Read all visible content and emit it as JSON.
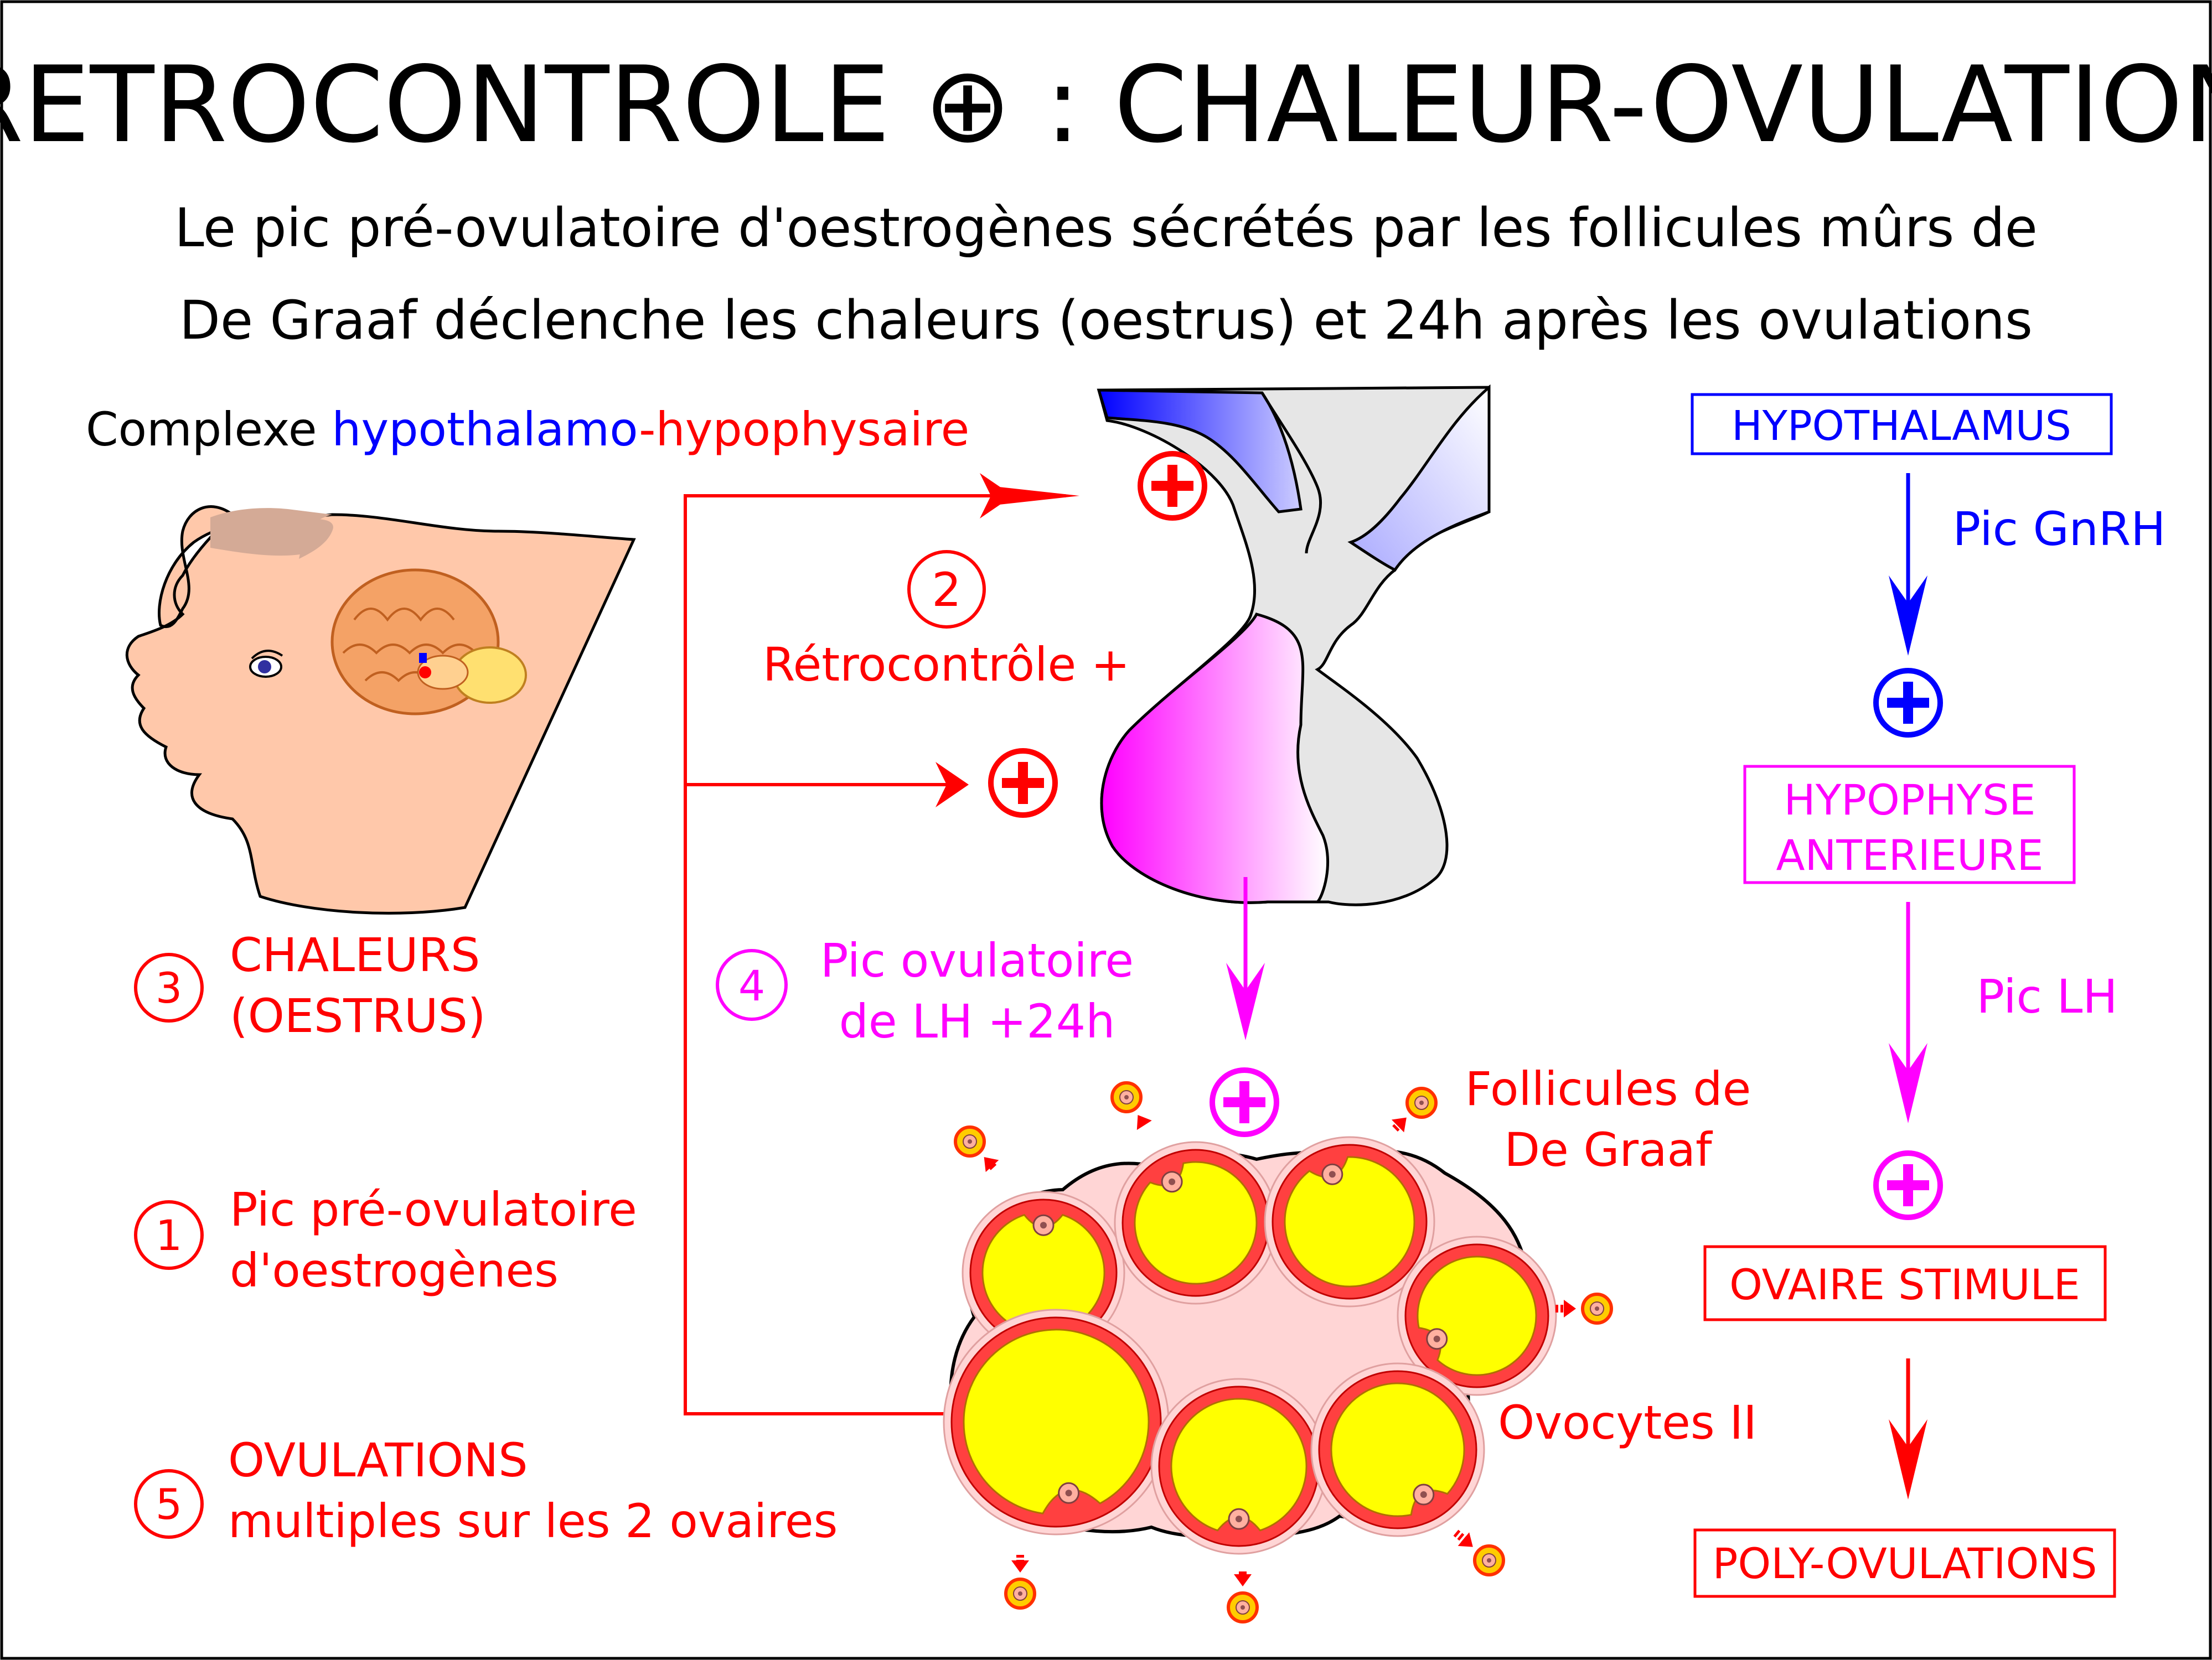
{
  "title": "RETROCONTROLE ⊕ : CHALEUR-OVULATION",
  "subtitle_line1": "Le pic pré-ovulatoire d'oestrogènes sécrétés par les follicules mûrs de",
  "subtitle_line2": "De Graaf déclenche les chaleurs (oestrus) et 24h après les ovulations",
  "complex_label": {
    "part1": "Complexe ",
    "part2": "hypothalamo",
    "part3": "-hypophysaire"
  },
  "steps": {
    "s1": {
      "num": "1",
      "line1": "Pic pré-ovulatoire",
      "line2": "d'oestrogènes"
    },
    "s2": {
      "num": "2",
      "line1": "Rétrocontrôle +"
    },
    "s3": {
      "num": "3",
      "line1": "CHALEURS",
      "line2": "(OESTRUS)"
    },
    "s4": {
      "num": "4",
      "line1": "Pic ovulatoire",
      "line2": "de LH +24h"
    },
    "s5": {
      "num": "5",
      "line1": "OVULATIONS",
      "line2": "multiples sur les 2 ovaires"
    }
  },
  "ovary_labels": {
    "follicles_line1": "Follicules de",
    "follicles_line2": "De Graaf",
    "oocytes": "Ovocytes II"
  },
  "flow": {
    "hypothalamus": "HYPOTHALAMUS",
    "gnrh": "Pic GnRH",
    "hypophyse_line1": "HYPOPHYSE",
    "hypophyse_line2": "ANTERIEURE",
    "lh": "Pic LH",
    "ovaire": "OVAIRE STIMULE",
    "poly": "POLY-OVULATIONS"
  },
  "plus_sign": "+",
  "colors": {
    "red": "#ff0000",
    "blue": "#0000ff",
    "magenta": "#ff00ff",
    "black": "#000000",
    "skin": "#ffc8aa",
    "yellow": "#ffff00",
    "ovary": "#ffd5d5"
  }
}
